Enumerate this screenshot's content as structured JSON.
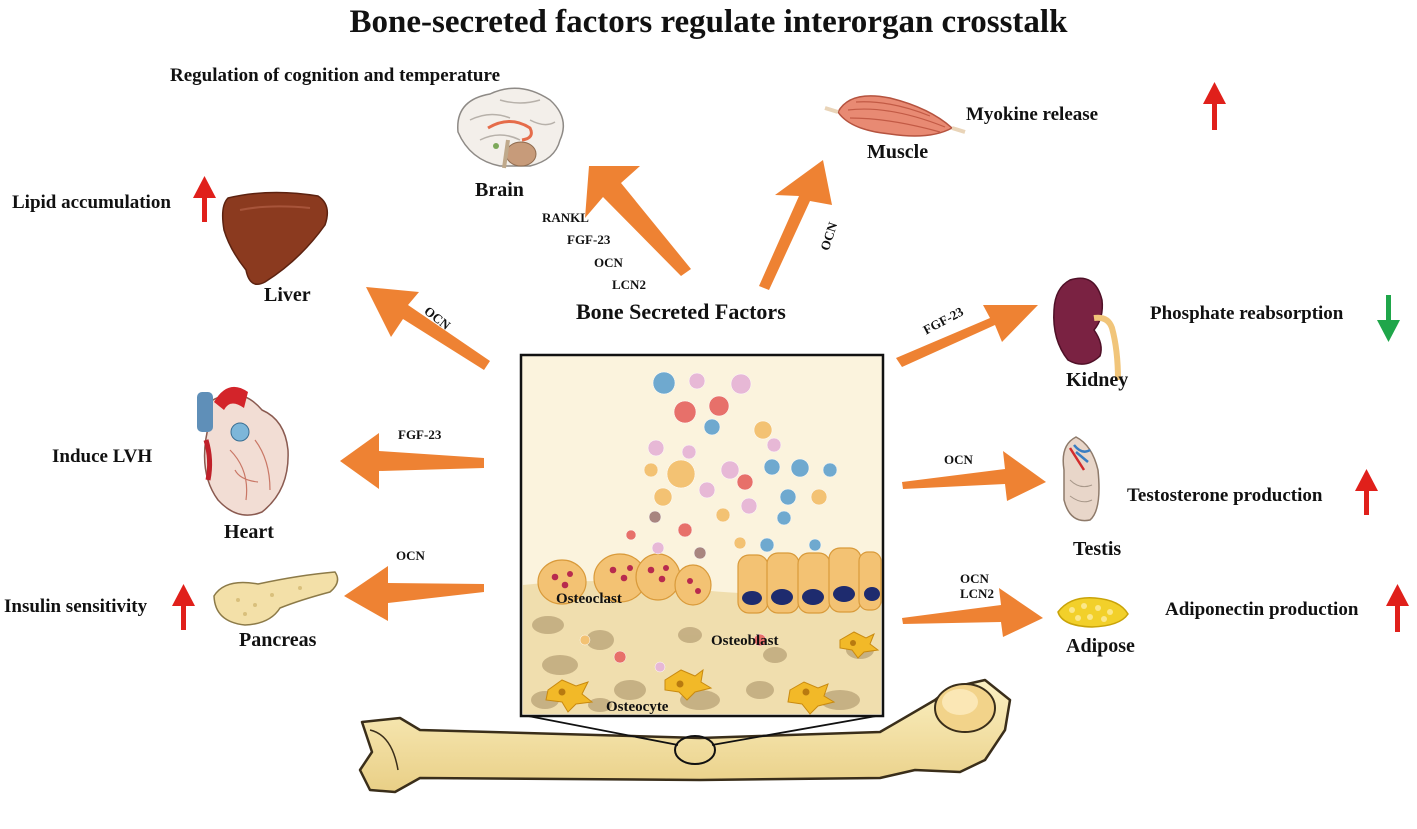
{
  "title": "Bone-secreted factors regulate interorgan crosstalk",
  "central_label": "Bone Secreted Factors",
  "colors": {
    "arrow": "#EE8233",
    "up_arrow": "#E0201B",
    "down_arrow": "#1FA64A",
    "bone": "#F7E6A6",
    "panel": "#F8EDCF"
  },
  "organs": {
    "brain": {
      "name": "Brain",
      "effect": "Regulation of cognition and temperature",
      "factors": [
        "RANKL",
        "FGF-23",
        "OCN",
        "LCN2"
      ],
      "icon": "brain-icon"
    },
    "muscle": {
      "name": "Muscle",
      "effect": "Myokine release",
      "direction": "up",
      "factors": [
        "OCN"
      ],
      "icon": "muscle-icon"
    },
    "liver": {
      "name": "Liver",
      "effect": "Lipid accumulation",
      "direction": "up",
      "factors": [
        "OCN"
      ],
      "icon": "liver-icon"
    },
    "kidney": {
      "name": "Kidney",
      "effect": "Phosphate reabsorption",
      "direction": "down",
      "factors": [
        "FGF-23"
      ],
      "icon": "kidney-icon"
    },
    "heart": {
      "name": "Heart",
      "effect": "Induce LVH",
      "factors": [
        "FGF-23"
      ],
      "icon": "heart-icon"
    },
    "testis": {
      "name": "Testis",
      "effect": "Testosterone production",
      "direction": "up",
      "factors": [
        "OCN"
      ],
      "icon": "testis-icon"
    },
    "pancreas": {
      "name": "Pancreas",
      "effect": "Insulin sensitivity",
      "direction": "up",
      "factors": [
        "OCN"
      ],
      "icon": "pancreas-icon"
    },
    "adipose": {
      "name": "Adipose",
      "effect": "Adiponectin production",
      "direction": "up",
      "factors": [
        "OCN",
        "LCN2"
      ],
      "icon": "adipose-icon"
    }
  },
  "cells": {
    "osteoclast": "Osteoclast",
    "osteoblast": "Osteoblast",
    "osteocyte": "Osteocyte"
  }
}
